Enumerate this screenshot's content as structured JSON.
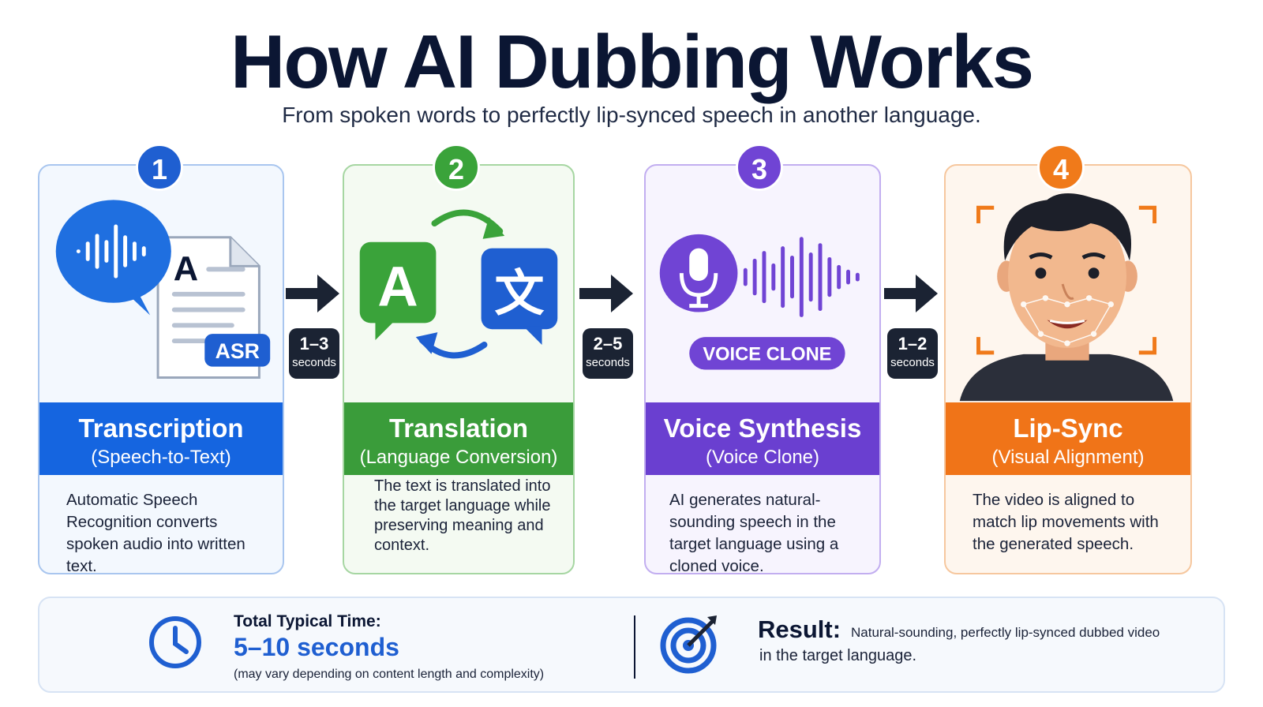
{
  "header": {
    "title": "How AI Dubbing Works",
    "subtitle": "From spoken words to perfectly lip-synced speech in another language."
  },
  "colors": {
    "blue": "#1f5fd1",
    "green": "#3aa33a",
    "purple": "#7044d4",
    "orange": "#f07a1a",
    "dark": "#1b2333"
  },
  "steps": [
    {
      "number": "1",
      "title": "Transcription",
      "subtitle": "(Speech-to-Text)",
      "description": "Automatic Speech Recognition converts spoken audio into written text.",
      "icon_label": "ASR",
      "doc_letter": "A",
      "icon": "speech-bubble-document-icon"
    },
    {
      "number": "2",
      "title": "Translation",
      "subtitle": "(Language Conversion)",
      "description": "The text is translated into the target language while preserving meaning and context.",
      "src_glyph": "A",
      "dst_glyph": "文",
      "icon": "translate-icon"
    },
    {
      "number": "3",
      "title": "Voice Synthesis",
      "subtitle": "(Voice Clone)",
      "description": "AI generates natural-sounding speech in the target language using a cloned voice.",
      "icon_label": "VOICE CLONE",
      "icon": "microphone-waveform-icon"
    },
    {
      "number": "4",
      "title": "Lip-Sync",
      "subtitle": "(Visual Alignment)",
      "description": "The video is aligned to match lip movements with the generated speech.",
      "icon": "face-tracking-icon"
    }
  ],
  "timings": [
    {
      "value": "1–3",
      "unit": "seconds"
    },
    {
      "value": "2–5",
      "unit": "seconds"
    },
    {
      "value": "1–2",
      "unit": "seconds"
    }
  ],
  "footer": {
    "total_label": "Total Typical Time:",
    "total_value": "5–10 seconds",
    "total_note": "(may vary depending on content length and complexity)",
    "result_label": "Result:",
    "result_text_1": "Natural-sounding, perfectly lip-synced dubbed video",
    "result_text_2": "in the target language.",
    "clock_icon": "clock-icon",
    "target_icon": "target-icon"
  }
}
